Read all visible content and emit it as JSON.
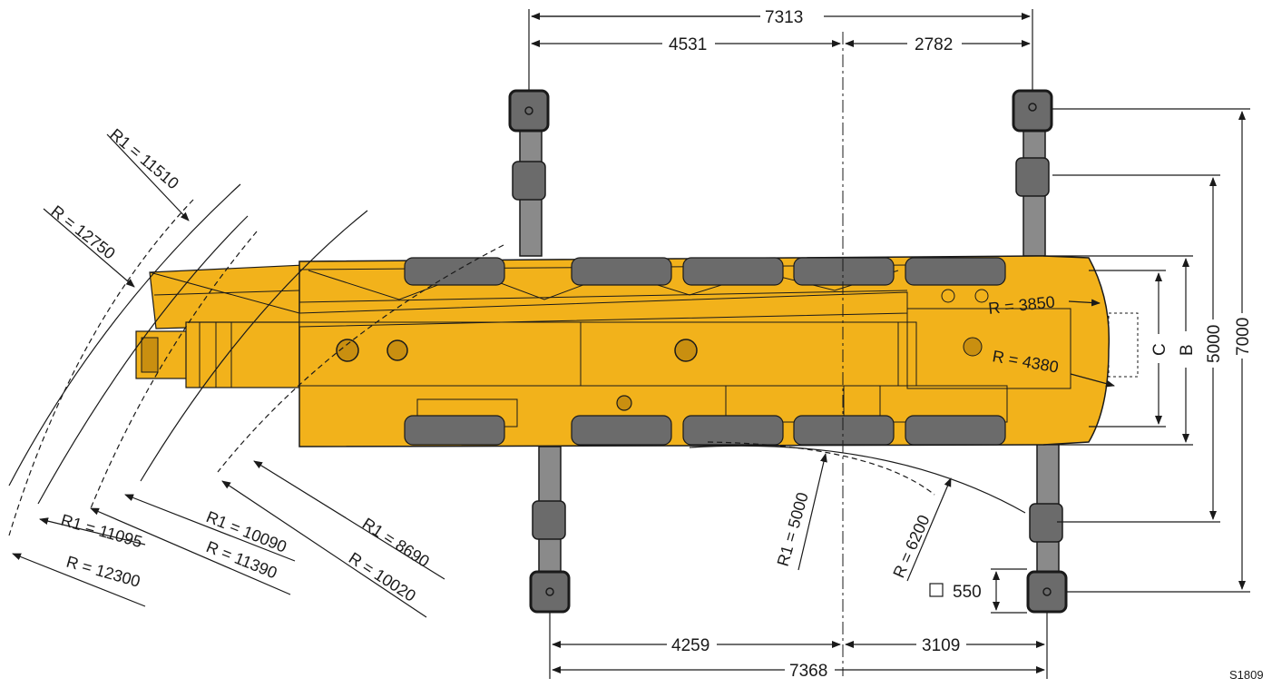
{
  "colors": {
    "body": "#f2b21b",
    "body_dark": "#c98f10",
    "tire": "#6b6b6b",
    "outrigger": "#8a8a8a",
    "line": "#1a1a1a"
  },
  "dimensions": {
    "top_total": "7313",
    "top_left": "4531",
    "top_right": "2782",
    "bottom_left": "4259",
    "bottom_right": "3109",
    "bottom_total": "7368",
    "width_outer": "7000",
    "width_inner": "5000",
    "width_b": "B",
    "width_c": "C",
    "pad_size": "550"
  },
  "radii": {
    "r1_11510": "R1 = 11510",
    "r_12750": "R = 12750",
    "r1_11095": "R1 = 11095",
    "r_12300": "R = 12300",
    "r1_10090": "R1 = 10090",
    "r_11390": "R = 11390",
    "r1_8690": "R1 = 8690",
    "r_10020": "R = 10020",
    "r1_5000": "R1 = 5000",
    "r_6200": "R = 6200",
    "r_3850": "R = 3850",
    "r_4380": "R = 4380"
  },
  "code": "S1809"
}
